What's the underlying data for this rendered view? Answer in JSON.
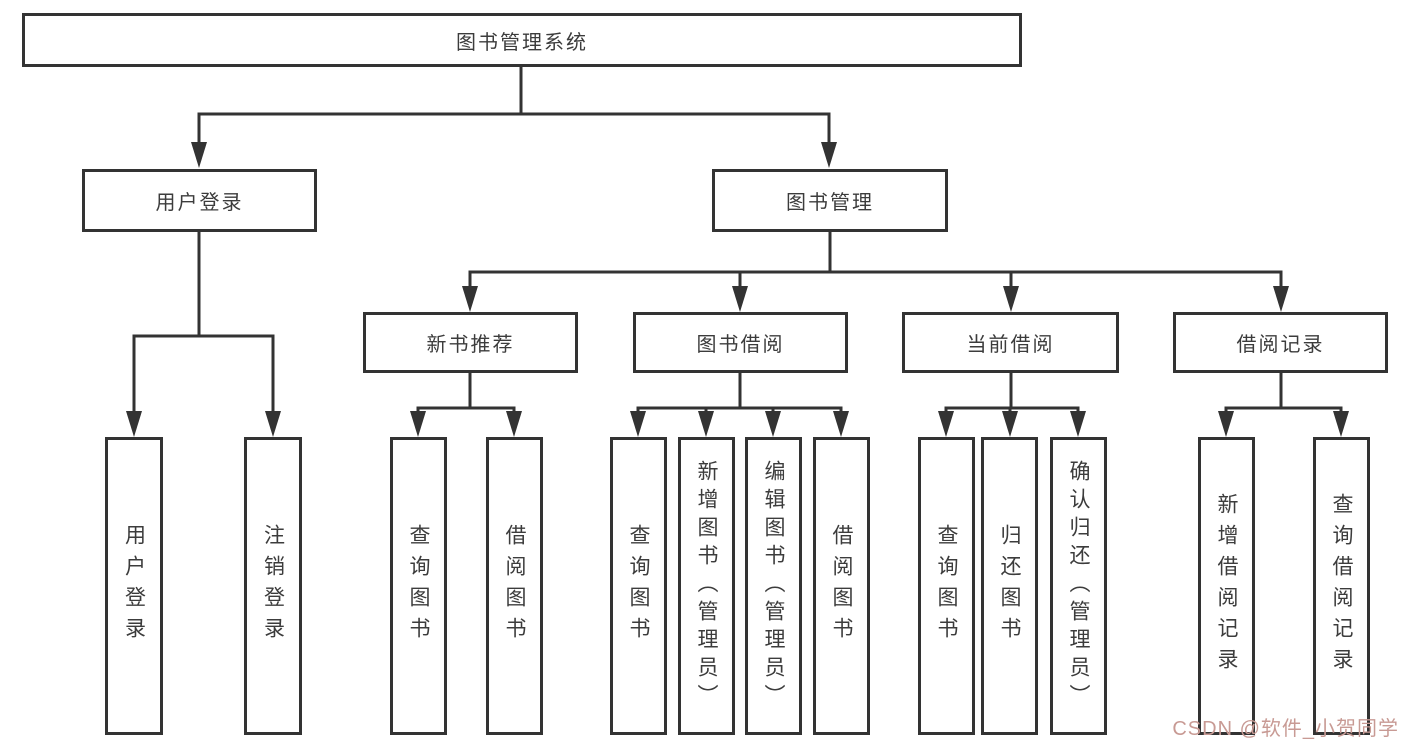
{
  "diagram": {
    "root": {
      "label": "图书管理系统"
    },
    "branches": [
      {
        "label": "用户登录",
        "children": [
          {
            "label": "用户登录"
          },
          {
            "label": "注销登录"
          }
        ]
      },
      {
        "label": "图书管理",
        "children": [
          {
            "label": "新书推荐",
            "children": [
              {
                "label": "查询图书"
              },
              {
                "label": "借阅图书"
              }
            ]
          },
          {
            "label": "图书借阅",
            "children": [
              {
                "label": "查询图书"
              },
              {
                "label": "新增图书（管理员）"
              },
              {
                "label": "编辑图书（管理员）"
              },
              {
                "label": "借阅图书"
              }
            ]
          },
          {
            "label": "当前借阅",
            "children": [
              {
                "label": "查询图书"
              },
              {
                "label": "归还图书"
              },
              {
                "label": "确认归还（管理员）"
              }
            ]
          },
          {
            "label": "借阅记录",
            "children": [
              {
                "label": "新增借阅记录"
              },
              {
                "label": "查询借阅记录"
              }
            ]
          }
        ]
      }
    ]
  },
  "watermark": {
    "text": "CSDN @软件_小贺同学",
    "color": "#c89a94"
  },
  "colors": {
    "line": "#333333",
    "text": "#3c3c3c",
    "background": "#ffffff"
  }
}
